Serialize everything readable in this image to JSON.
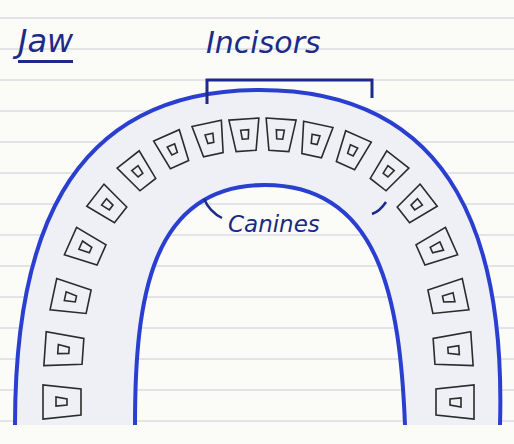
{
  "diagram": {
    "title": "Jaw",
    "labels": [
      "Incisors",
      "Canines"
    ]
  }
}
